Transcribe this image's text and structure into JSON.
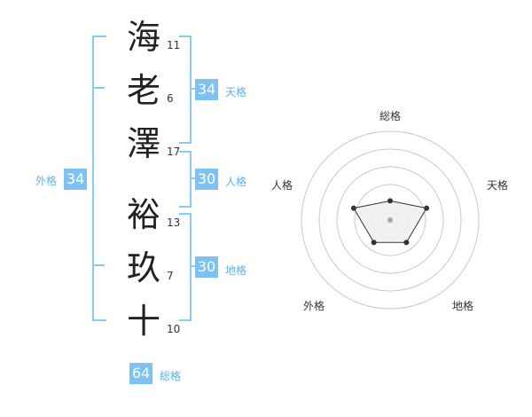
{
  "name": {
    "chars": [
      "海",
      "老",
      "澤",
      "裕",
      "玖",
      "十"
    ],
    "strokes": [
      "11",
      "6",
      "17",
      "13",
      "7",
      "10"
    ]
  },
  "kakusu": {
    "tenkaku": {
      "value": "34",
      "label": "天格"
    },
    "jinkaku": {
      "value": "30",
      "label": "人格"
    },
    "chikaku": {
      "value": "30",
      "label": "地格"
    },
    "gaikaku": {
      "value": "34",
      "label": "外格"
    },
    "soukaku": {
      "value": "64",
      "label": "総格"
    }
  },
  "radar": {
    "axes": [
      "総格",
      "天格",
      "地格",
      "外格",
      "人格"
    ],
    "values": [
      0.45,
      0.9,
      0.65,
      0.65,
      0.9
    ],
    "colors": {
      "grid": "#c8c8c8",
      "fill": "#eeeeee",
      "line": "#333333",
      "center": "#aaaaaa"
    }
  }
}
